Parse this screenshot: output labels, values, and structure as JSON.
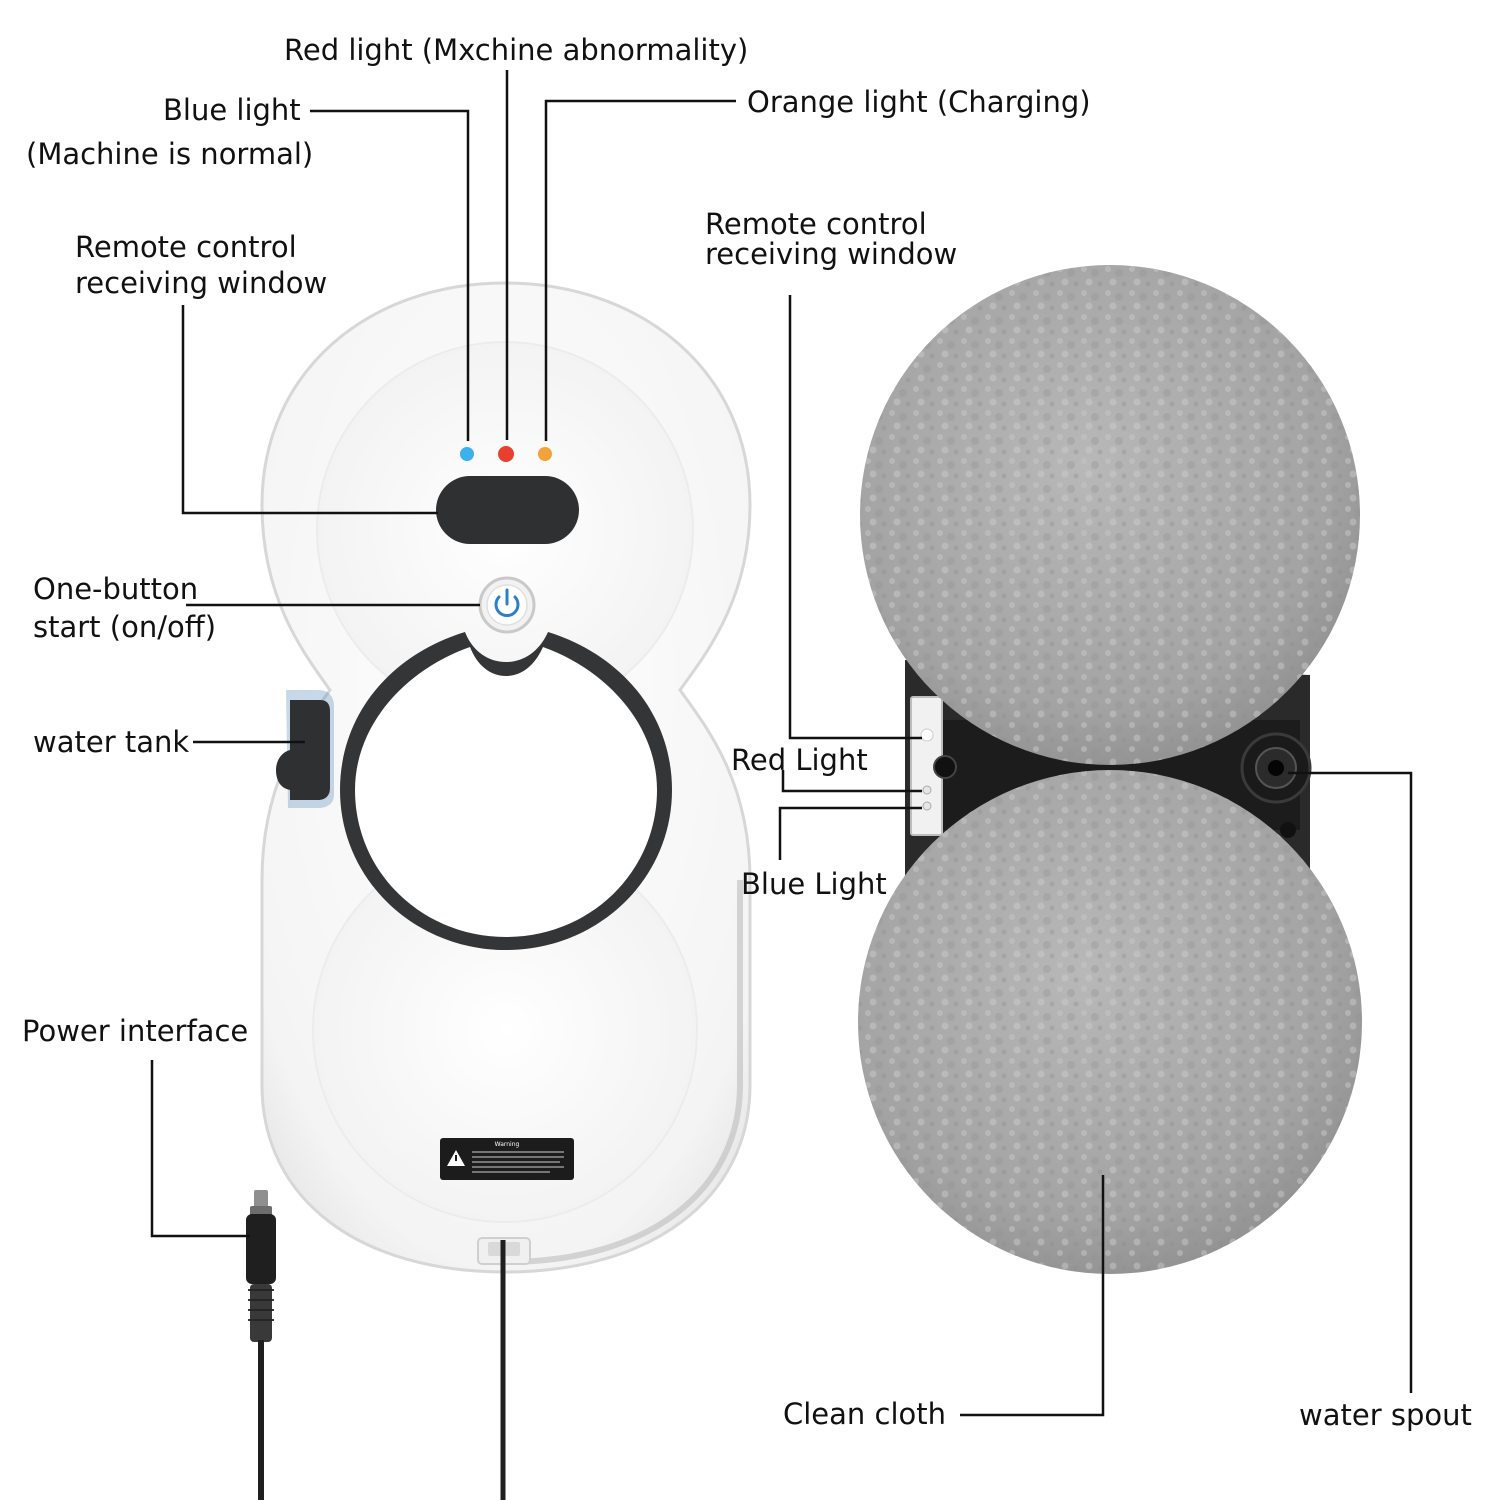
{
  "labels": {
    "red_light_top": "Red light (Mxchine abnormality)",
    "orange_light": "Orange light (Charging)",
    "blue_light_top": "Blue light",
    "blue_light_top_sub": "(Machine is normal)",
    "remote_left_1": "Remote control",
    "remote_left_2": "receiving window",
    "remote_right_1": "Remote control",
    "remote_right_2": "receiving window",
    "one_button_1": "One-button",
    "one_button_2": "start (on/off)",
    "water_tank": "water tank",
    "power_interface": "Power interface",
    "red_light_right": "Red Light",
    "blue_light_right": "Blue Light",
    "clean_cloth": "Clean cloth",
    "water_spout": "water spout"
  },
  "warning_label": {
    "title": "Warning"
  },
  "colors": {
    "blue_indicator": "#3db0ef",
    "red_indicator": "#e8402e",
    "orange_indicator": "#f3a13a",
    "leader_line": "#111111",
    "body_white": "#ffffff",
    "dark_trim": "#333436",
    "cloth_gray": "#a7a7a7",
    "power_button_blue": "#2a7fc9"
  },
  "icons": {
    "power_button": "power-icon",
    "warning_sticker": "warning-triangle-icon"
  }
}
